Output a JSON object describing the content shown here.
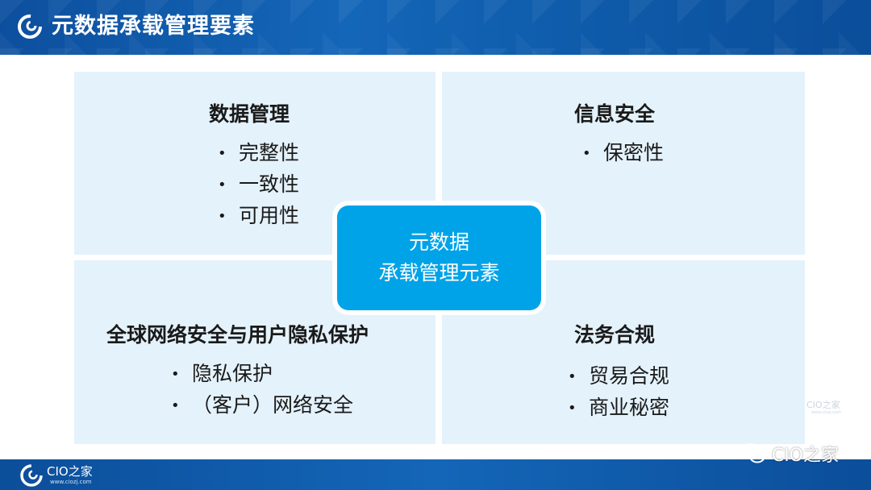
{
  "header": {
    "title": "元数据承载管理要素",
    "logo_icon": "cio-swirl-logo-icon"
  },
  "quadrants": {
    "top_left": {
      "heading": "数据管理",
      "items": [
        "完整性",
        "一致性",
        "可用性"
      ]
    },
    "top_right": {
      "heading": "信息安全",
      "items": [
        "保密性"
      ]
    },
    "bottom_left": {
      "heading": "全球网络安全与用户隐私保护",
      "items": [
        "隐私保护",
        "（客户）网络安全"
      ]
    },
    "bottom_right": {
      "heading": "法务合规",
      "items": [
        "贸易合规",
        "商业秘密"
      ]
    }
  },
  "center": {
    "line1": "元数据",
    "line2": "承载管理元素"
  },
  "bullet": "•",
  "footer": {
    "brand": "CIO之家",
    "url": "www.ciozj.com"
  },
  "watermark": {
    "text": "CIO之家",
    "icon": "wechat-icon"
  },
  "faint_watermark": {
    "text": "CIO之家",
    "url": "www.ciozj.com"
  },
  "colors": {
    "header_blue": "#1466b8",
    "quadrant_bg": "#e4f2fb",
    "center_box": "#00a3e8"
  }
}
